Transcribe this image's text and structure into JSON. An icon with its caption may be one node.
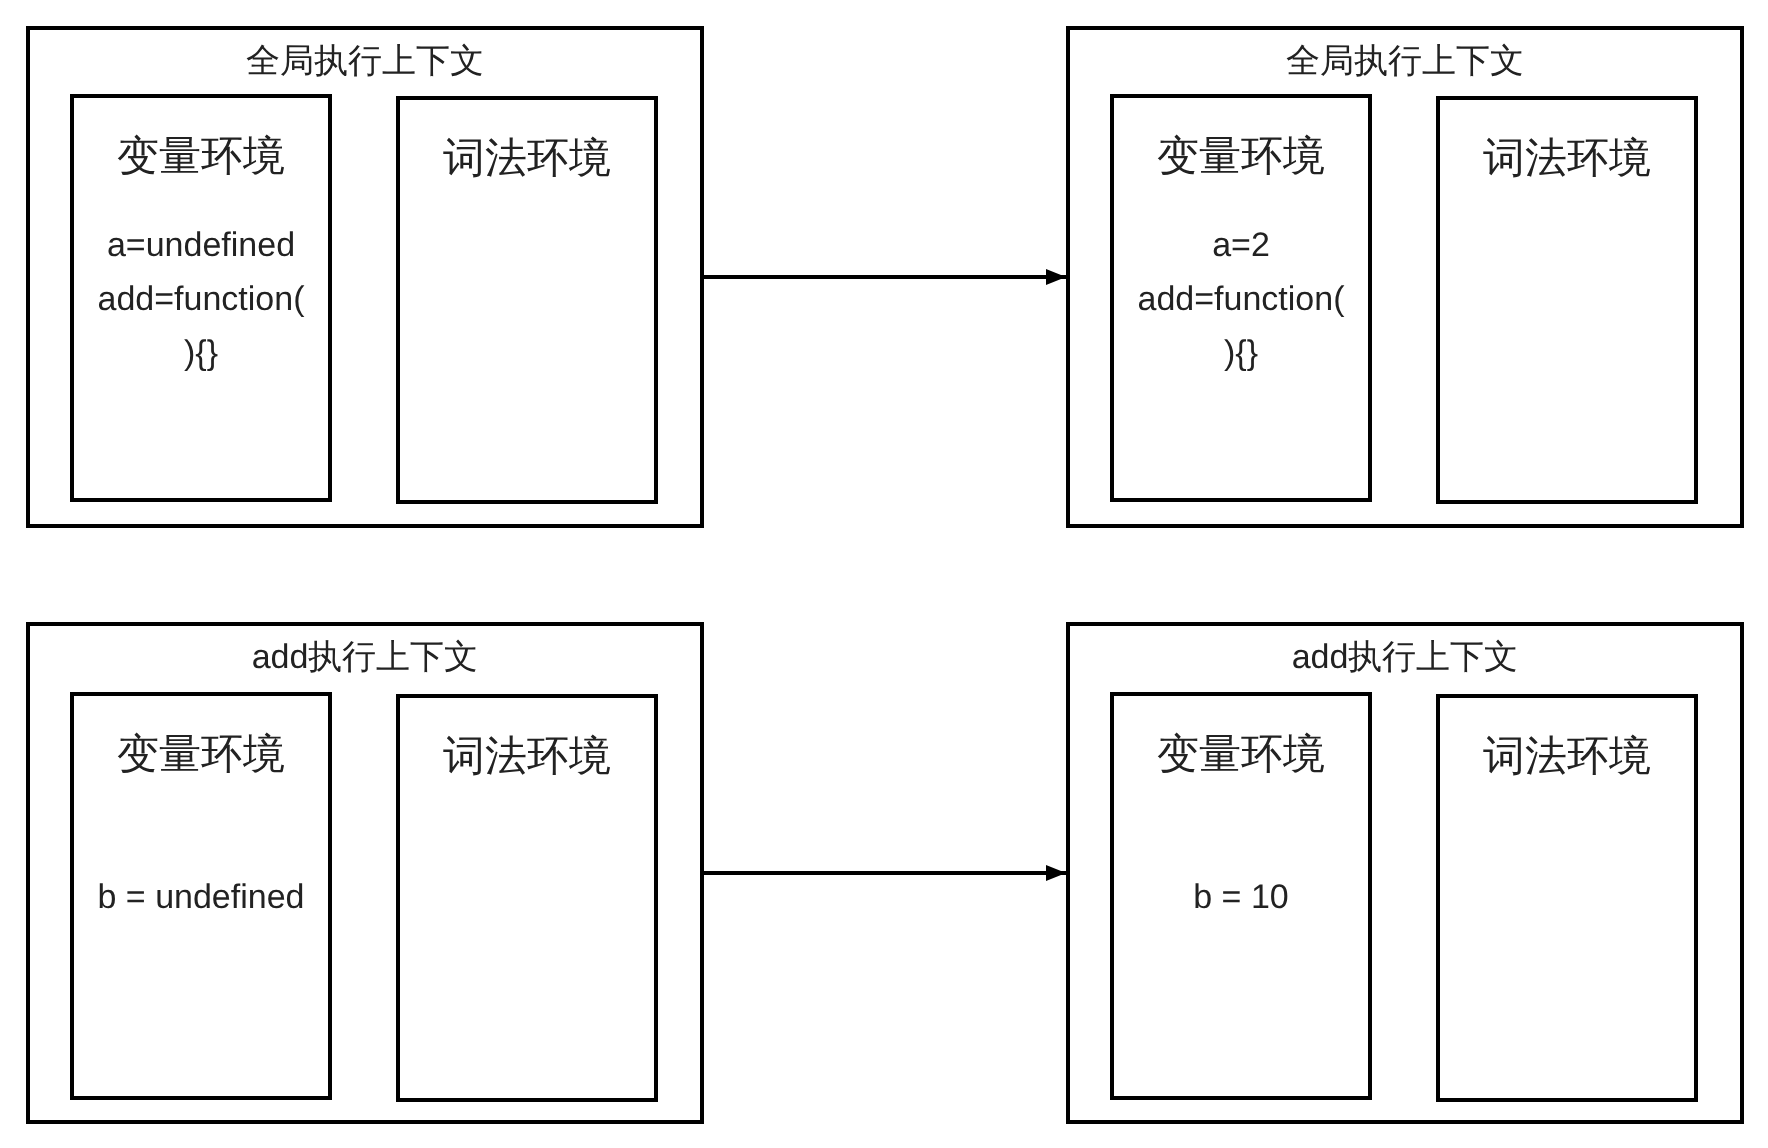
{
  "diagram": {
    "nodes": [
      {
        "text": [
          "全局执行上下文"
        ]
      },
      {
        "text": [
          "变量环境",
          "a=undefined add=function(){}"
        ],
        "in": 0
      },
      {
        "text": [
          "词法环境"
        ],
        "in": 0
      },
      {
        "text": [
          "全局执行上下文"
        ]
      },
      {
        "text": [
          "变量环境",
          "a=2 add=function(){}"
        ],
        "in": 3
      },
      {
        "text": [
          "词法环境"
        ],
        "in": 3
      },
      {
        "text": [
          "add执行上下文"
        ]
      },
      {
        "text": [
          "变量环境",
          "b = undefined"
        ],
        "in": 6
      },
      {
        "text": [
          "词法环境"
        ],
        "in": 6
      },
      {
        "text": [
          "add执行上下文"
        ]
      },
      {
        "text": [
          "变量环境",
          "b = 10"
        ],
        "in": 9
      },
      {
        "text": [
          "词法环境"
        ],
        "in": 9
      }
    ],
    "edges": [
      {
        "from": 0,
        "to": 3,
        "arrow": "to"
      },
      {
        "from": 6,
        "to": 9,
        "arrow": "to"
      }
    ]
  }
}
